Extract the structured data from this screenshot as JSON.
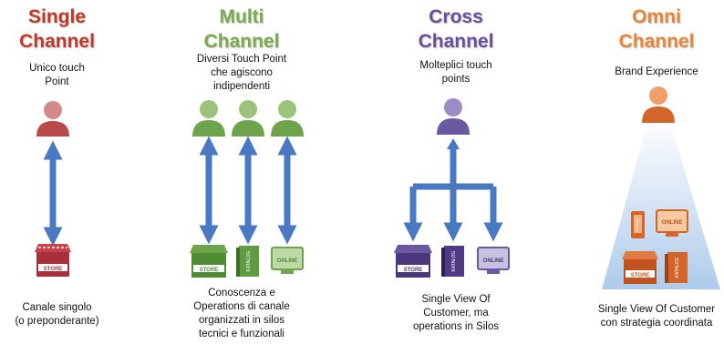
{
  "columns": [
    {
      "title_line1": "Single",
      "title_line2": "Channel",
      "color": "#c0392b",
      "subtitle": [
        "Unico touch",
        "Point"
      ],
      "bottom": [
        "Canale singolo",
        "(o preponderante)"
      ]
    },
    {
      "title_line1": "Multi",
      "title_line2": "Channel",
      "color": "#7aab4e",
      "subtitle": [
        "Diversi Touch Point",
        "che agiscono",
        "indipendenti"
      ],
      "bottom": [
        "Conoscenza e",
        "Operations di canale",
        "organizzati in silos",
        "tecnici e funzionali"
      ]
    },
    {
      "title_line1": "Cross",
      "title_line2": "Channel",
      "color": "#6a4f9c",
      "subtitle": [
        "Molteplici touch",
        "points"
      ],
      "bottom": [
        "Single View Of",
        "Customer, ma",
        "operations in Silos"
      ]
    },
    {
      "title_line1": "Omni",
      "title_line2": "Channel",
      "color": "#e8863b",
      "subtitle": [
        "Brand Experience"
      ],
      "bottom": [
        "Single View Of Customer",
        "con strategia coordinata"
      ]
    }
  ],
  "icon_labels": {
    "store": "STORE",
    "catalog": "KATALOG",
    "online": "ONLINE",
    "mobile": "MOBILE"
  },
  "colors": {
    "arrow": "#4a79c4",
    "single": "#b23a3a",
    "multi": "#5f9c42",
    "cross": "#4f3a86",
    "omni": "#d4652a",
    "beam": "#b8d2ee"
  }
}
